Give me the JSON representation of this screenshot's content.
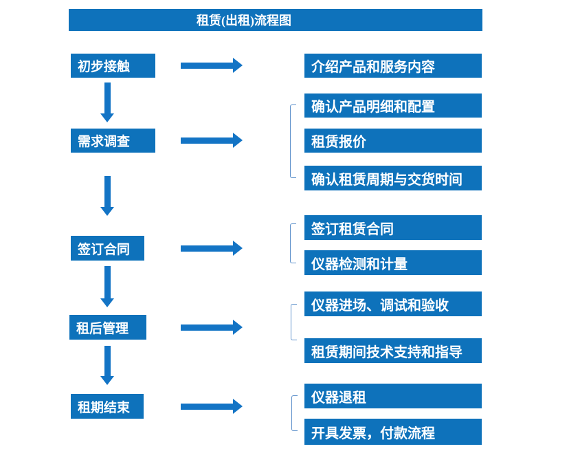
{
  "title": {
    "label": "租赁(出租)流程图"
  },
  "colors": {
    "primary_blue": "#0e72bb",
    "arrow_blue": "#1374c5",
    "bracket_blue": "#5e91cb",
    "text_white": "#ffffff",
    "background": "#ffffff"
  },
  "flow": {
    "stages": [
      {
        "label": "初步接触",
        "outputs": [
          "介绍产品和服务内容"
        ]
      },
      {
        "label": "需求调查",
        "outputs": [
          "确认产品明细和配置",
          "租赁报价",
          "确认租赁周期与交货时间"
        ]
      },
      {
        "label": "签订合同",
        "outputs": [
          "签订租赁合同",
          "仪器检测和计量"
        ]
      },
      {
        "label": "租后管理",
        "outputs": [
          "仪器进场、调试和验收",
          "租赁期间技术支持和指导"
        ]
      },
      {
        "label": "租期结束",
        "outputs": [
          "仪器退租",
          "开具发票，付款流程"
        ]
      }
    ]
  }
}
